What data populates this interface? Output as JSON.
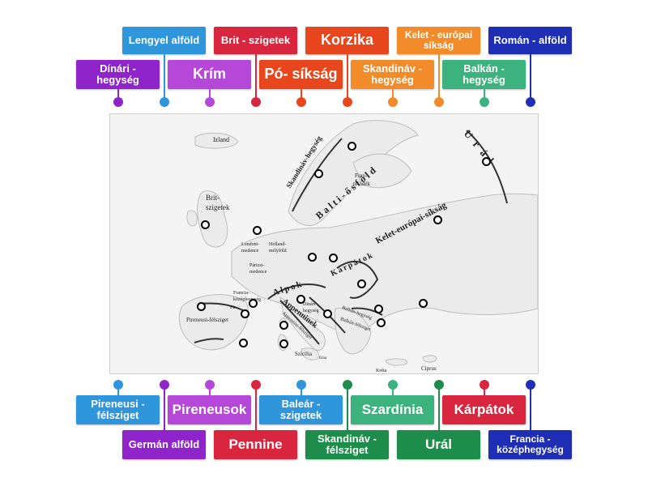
{
  "colors": {
    "purple": "#8e24c9",
    "light_purple": "#b548d8",
    "sky_blue": "#2f96dc",
    "red": "#d7263d",
    "orange_red": "#e8461c",
    "orange": "#f28c2a",
    "teal": "#3cb37e",
    "navy": "#1f2fb5",
    "dark_green": "#1e8c4a"
  },
  "labels": {
    "lengyel_alfold": "Lengyel alföld",
    "brit_szigetek": "Brit - szigetek",
    "korzika": "Korzika",
    "kelet_europai_siksag": "Kelet - európai síkság",
    "roman_alfold": "Román - alföld",
    "dinari_hegyseg": "Dínári - hegység",
    "krim": "Krím",
    "po_siksag": "Pó- síkság",
    "skandinav_hegyseg": "Skandináv - hegység",
    "balkan_hegyseg": "Balkán - hegység",
    "pireneusi_felsziget": "Pireneusi - félsziget",
    "pireneusok": "Pireneusok",
    "balear_szigetek": "Baleár - szigetek",
    "szardinia": "Szardínia",
    "karpatok": "Kárpátok",
    "german_alfold": "Germán alföld",
    "pennine": "Pennine",
    "skandinav_felsziget": "Skandináv - félsziget",
    "ural": "Urál",
    "francia_kozephegyseg": "Francia - középhegység"
  },
  "map_text": {
    "izland": "Izland",
    "brit": "Brit-",
    "szigetek": "szigetek",
    "skandinav": "Skandináv-hegység",
    "balti": "Balti-ősföld",
    "finn": "Finn-",
    "tovidek": "tóvidék",
    "kelet": "Kelet-európai-síkság",
    "ural": "Urál",
    "londoni": "Londoni-",
    "medence": "medence",
    "holland": "Holland-",
    "melyfold": "mélyföld",
    "parizsi": "Párizsi-",
    "parizsi_medence": "medence",
    "karpatok": "Kárpátok",
    "alpok": "Alpok",
    "francia": "Francia-",
    "kozephegyseg": "középhegység",
    "pir": "Pir",
    "dinari": "Dinári-",
    "hegyseg": "hegység",
    "appenninek": "Appenninek",
    "appennini_fsz": "Appennini-félsziget",
    "balkan_hegyseg": "Balkán-hegység",
    "balkan_fsz": "Balkán-félsziget",
    "pireneusi": "Pireneusi-félsziget",
    "szicilia": "Szicília",
    "etna": "Etna",
    "kreta": "Kréta",
    "ciprus": "Ciprus"
  }
}
